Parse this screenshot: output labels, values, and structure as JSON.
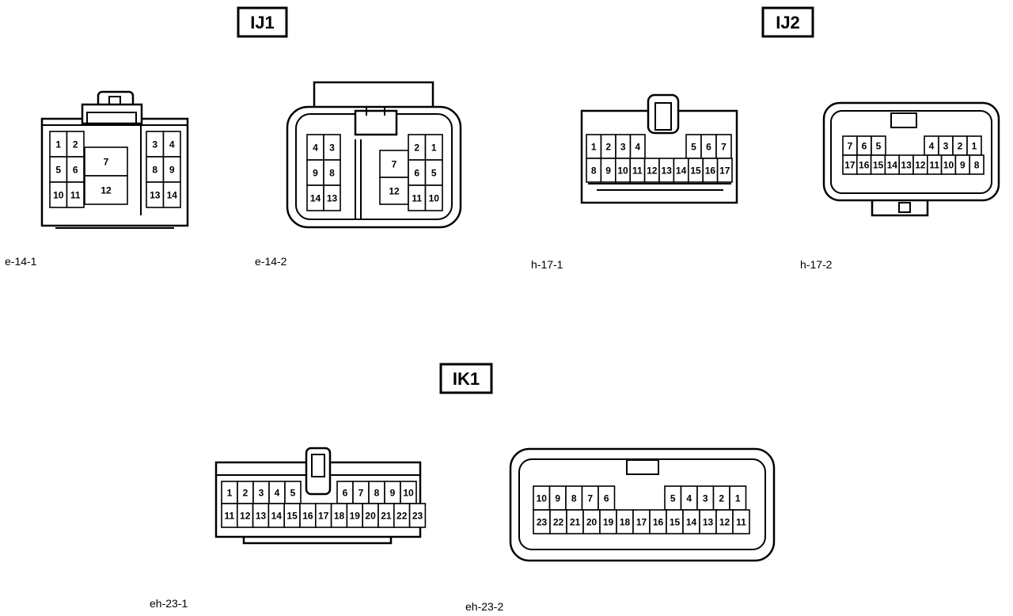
{
  "groups": [
    {
      "id": "ij1",
      "title": "IJ1"
    },
    {
      "id": "ij2",
      "title": "IJ2"
    },
    {
      "id": "ik1",
      "title": "IK1"
    }
  ],
  "connectors": [
    {
      "id": "c1",
      "caption": "e-14-1"
    },
    {
      "id": "c2",
      "caption": "e-14-2"
    },
    {
      "id": "c3",
      "caption": "h-17-1"
    },
    {
      "id": "c4",
      "caption": "h-17-2"
    },
    {
      "id": "c5",
      "caption": "eh-23-1"
    },
    {
      "id": "c6",
      "caption": "eh-23-2"
    }
  ],
  "pins": {
    "c1": {
      "left": [
        [
          "1",
          "2"
        ],
        [
          "5",
          "6"
        ],
        [
          "10",
          "11"
        ]
      ],
      "center": [
        "7",
        "12"
      ],
      "right": [
        [
          "3",
          "4"
        ],
        [
          "8",
          "9"
        ],
        [
          "13",
          "14"
        ]
      ]
    },
    "c2": {
      "left": [
        [
          "4",
          "3"
        ],
        [
          "9",
          "8"
        ],
        [
          "14",
          "13"
        ]
      ],
      "center": [
        "7",
        "12"
      ],
      "right": [
        [
          "2",
          "1"
        ],
        [
          "6",
          "5"
        ],
        [
          "11",
          "10"
        ]
      ]
    },
    "c3": {
      "top_left": [
        "1",
        "2",
        "3",
        "4"
      ],
      "top_right": [
        "5",
        "6",
        "7"
      ],
      "bottom": [
        "8",
        "9",
        "10",
        "11",
        "12",
        "13",
        "14",
        "15",
        "16",
        "17"
      ]
    },
    "c4": {
      "top_left": [
        "7",
        "6",
        "5"
      ],
      "top_right": [
        "4",
        "3",
        "2",
        "1"
      ],
      "bottom": [
        "17",
        "16",
        "15",
        "14",
        "13",
        "12",
        "11",
        "10",
        "9",
        "8"
      ]
    },
    "c5": {
      "top_left": [
        "1",
        "2",
        "3",
        "4",
        "5"
      ],
      "top_right": [
        "6",
        "7",
        "8",
        "9",
        "10"
      ],
      "bottom": [
        "11",
        "12",
        "13",
        "14",
        "15",
        "16",
        "17",
        "18",
        "19",
        "20",
        "21",
        "22",
        "23"
      ]
    },
    "c6": {
      "top_left": [
        "10",
        "9",
        "8",
        "7",
        "6"
      ],
      "top_right": [
        "5",
        "4",
        "3",
        "2",
        "1"
      ],
      "bottom": [
        "23",
        "22",
        "21",
        "20",
        "19",
        "18",
        "17",
        "16",
        "15",
        "14",
        "13",
        "12",
        "11"
      ]
    }
  }
}
